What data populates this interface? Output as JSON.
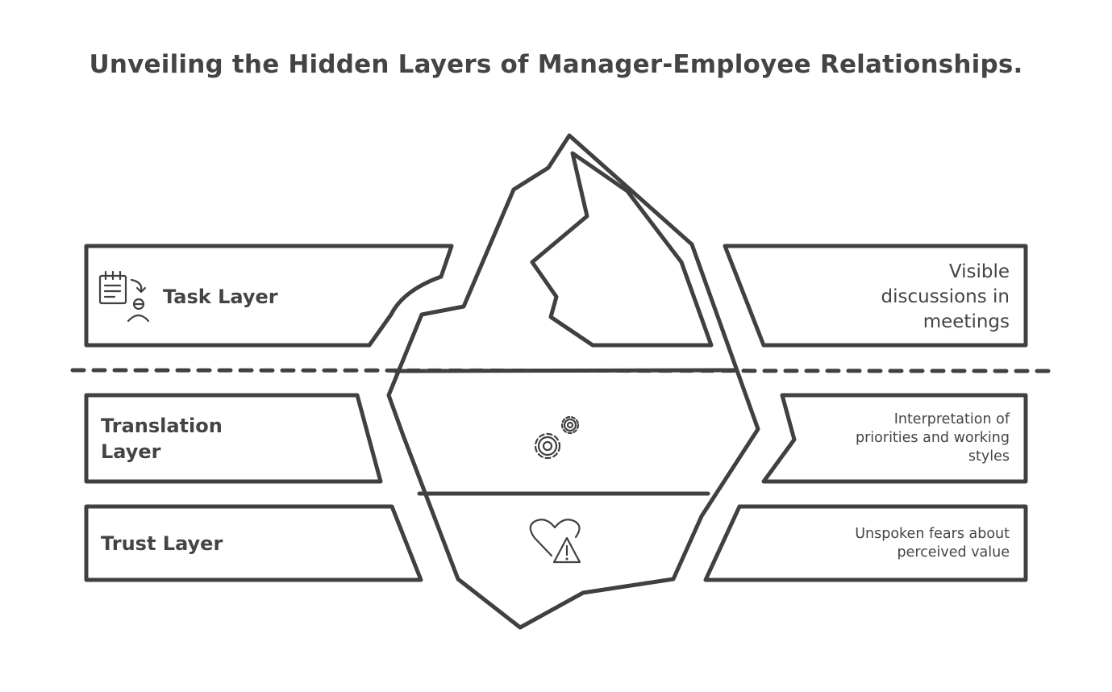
{
  "title": "Unveiling the Hidden Layers of Manager-Employee Relationships.",
  "layers": [
    {
      "label": "Task Layer",
      "icon": "task-person-icon",
      "description": "Visible discussions in meetings"
    },
    {
      "label": "Translation Layer",
      "icon": "gears-icon",
      "description": "Interpretation of priorities and working styles"
    },
    {
      "label": "Trust Layer",
      "icon": "heart-warning-icon",
      "description": "Unspoken fears about perceived value"
    }
  ],
  "colors": {
    "ink": "#404040",
    "background": "#ffffff"
  }
}
